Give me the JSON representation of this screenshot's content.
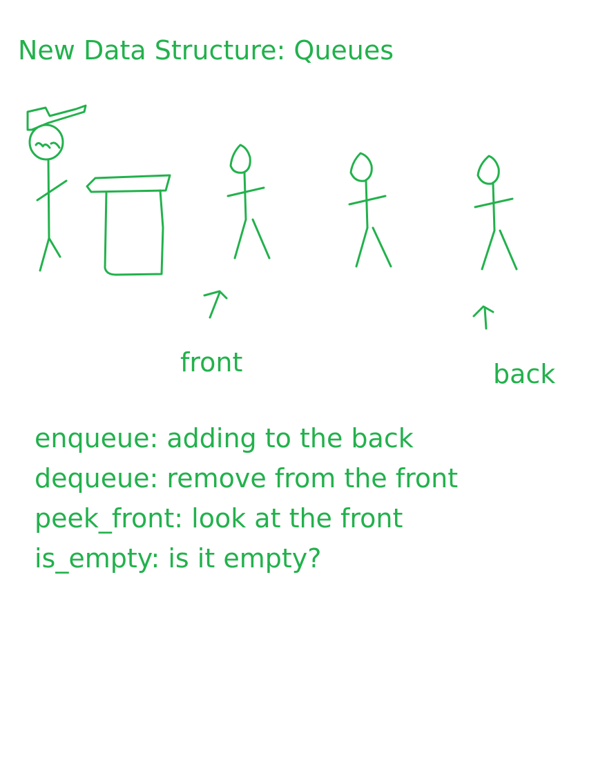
{
  "title": "New Data Structure: Queues",
  "labels": {
    "front": "front",
    "back": "back"
  },
  "operations": [
    "enqueue: adding to the back",
    "dequeue: remove from the front",
    "peek_front: look at the front",
    "is_empty: is it empty?"
  ],
  "colors": {
    "ink": "#22b14c",
    "background": "#ffffff"
  },
  "figures": [
    {
      "name": "cashier-with-hat"
    },
    {
      "name": "counter"
    },
    {
      "name": "person-1"
    },
    {
      "name": "person-2"
    },
    {
      "name": "person-3"
    }
  ]
}
